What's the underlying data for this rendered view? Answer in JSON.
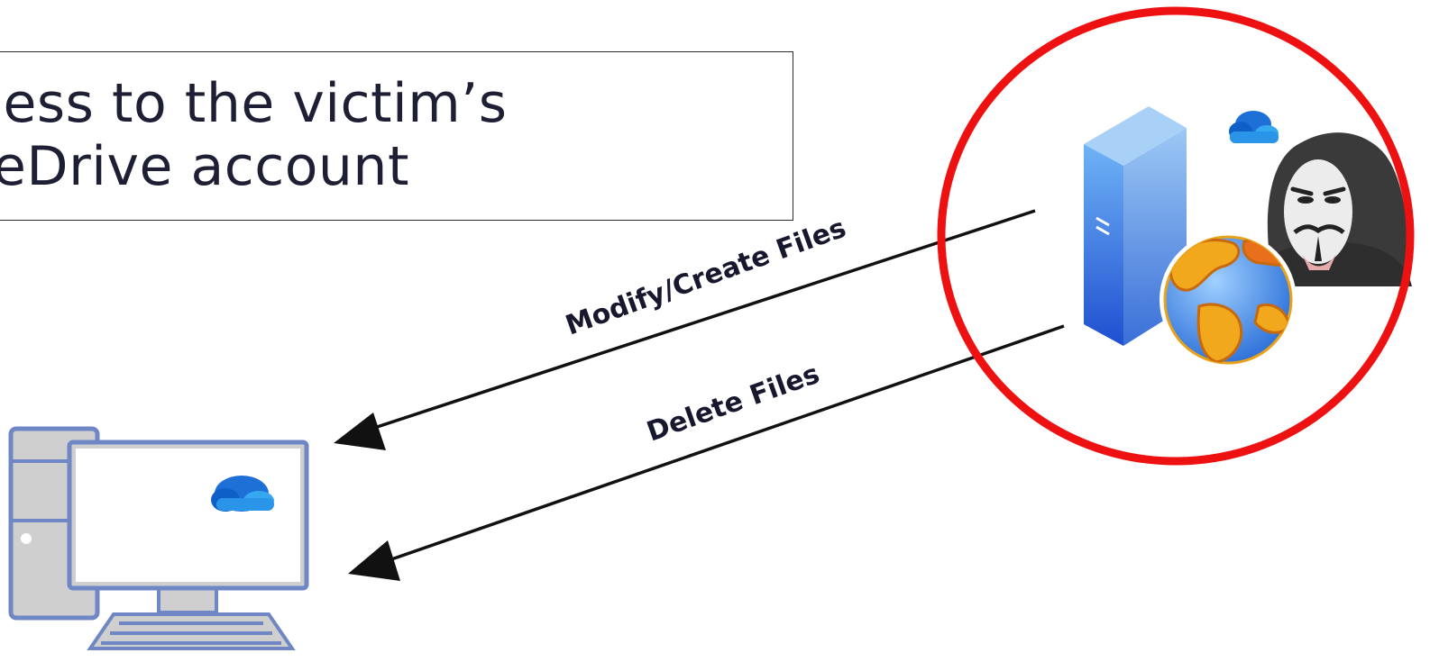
{
  "title": {
    "line1": "cess to the victim’s",
    "line2": "eDrive account"
  },
  "arrows": [
    {
      "label": "Modify/Create Files",
      "from": "attacker-server",
      "to": "victim-computer"
    },
    {
      "label": "Delete Files",
      "from": "attacker-server",
      "to": "victim-computer"
    }
  ],
  "colors": {
    "highlight_circle": "#ee1111",
    "computer_frame": "#6f87c4",
    "computer_case": "#cfcfcf",
    "onedrive_cloud": "#1f7fdc",
    "server": "#4a8fe8",
    "globe_ocean": "#3f88e0",
    "globe_land": "#f2a81c",
    "text": "#1e1e34"
  },
  "icons": [
    "victim-computer-icon",
    "onedrive-cloud-icon",
    "server-icon",
    "globe-icon",
    "hacker-icon"
  ]
}
